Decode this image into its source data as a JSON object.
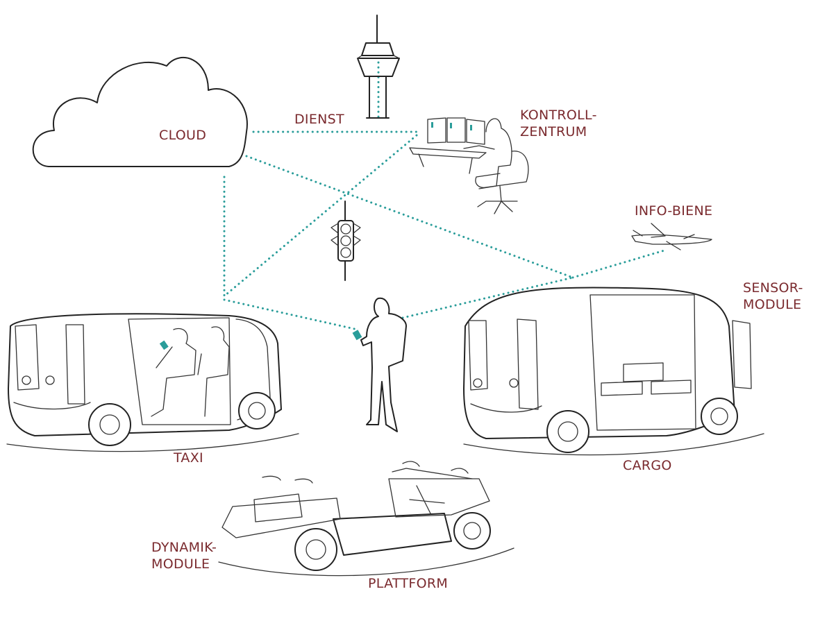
{
  "labels": {
    "cloud": "CLOUD",
    "dienst": "DIENST",
    "kontroll_1": "KONTROLL-",
    "kontroll_2": "ZENTRUM",
    "info_biene": "INFO-BIENE",
    "sensor_1": "SENSOR-",
    "sensor_2": "MODULE",
    "taxi": "TAXI",
    "cargo": "CARGO",
    "dynamik_1": "DYNAMIK-",
    "dynamik_2": "MODULE",
    "plattform": "PLATTFORM"
  },
  "colors": {
    "label": "#7a2a2e",
    "network": "#2a9d9a",
    "line": "#222222"
  }
}
